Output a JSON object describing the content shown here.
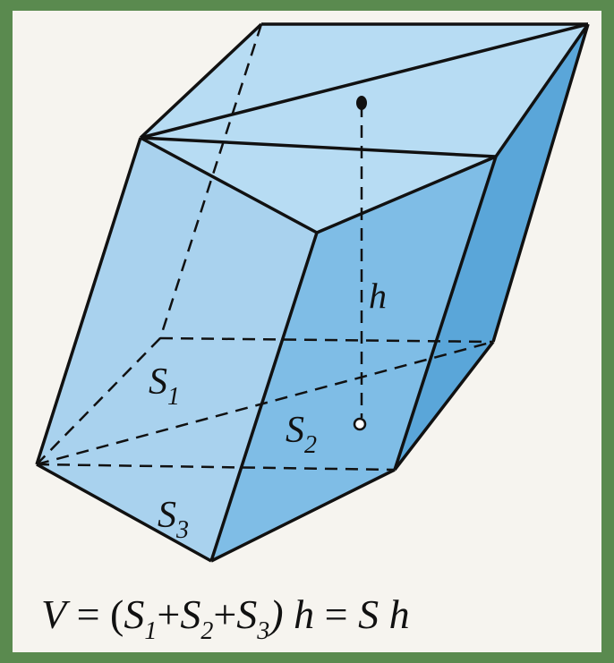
{
  "labels": {
    "s1": "S",
    "s1_sub": "1",
    "s2": "S",
    "s2_sub": "2",
    "s3": "S",
    "s3_sub": "3",
    "h": "h"
  },
  "formula": {
    "v": "V",
    "eq1": " = (",
    "s1": "S",
    "s1_sub": "1",
    "plus1": "+",
    "s2": "S",
    "s2_sub": "2",
    "plus2": "+",
    "s3": "S",
    "s3_sub": "3",
    "close_h": ") h",
    "eq2": " = ",
    "s": "S",
    "h": "h"
  },
  "colors": {
    "frame": "#5a8a4f",
    "paper": "#f6f4ef",
    "face_light": "#a9d2ee",
    "face_mid": "#7fbde6",
    "face_dark": "#5aa6d9",
    "edge": "#111111"
  }
}
